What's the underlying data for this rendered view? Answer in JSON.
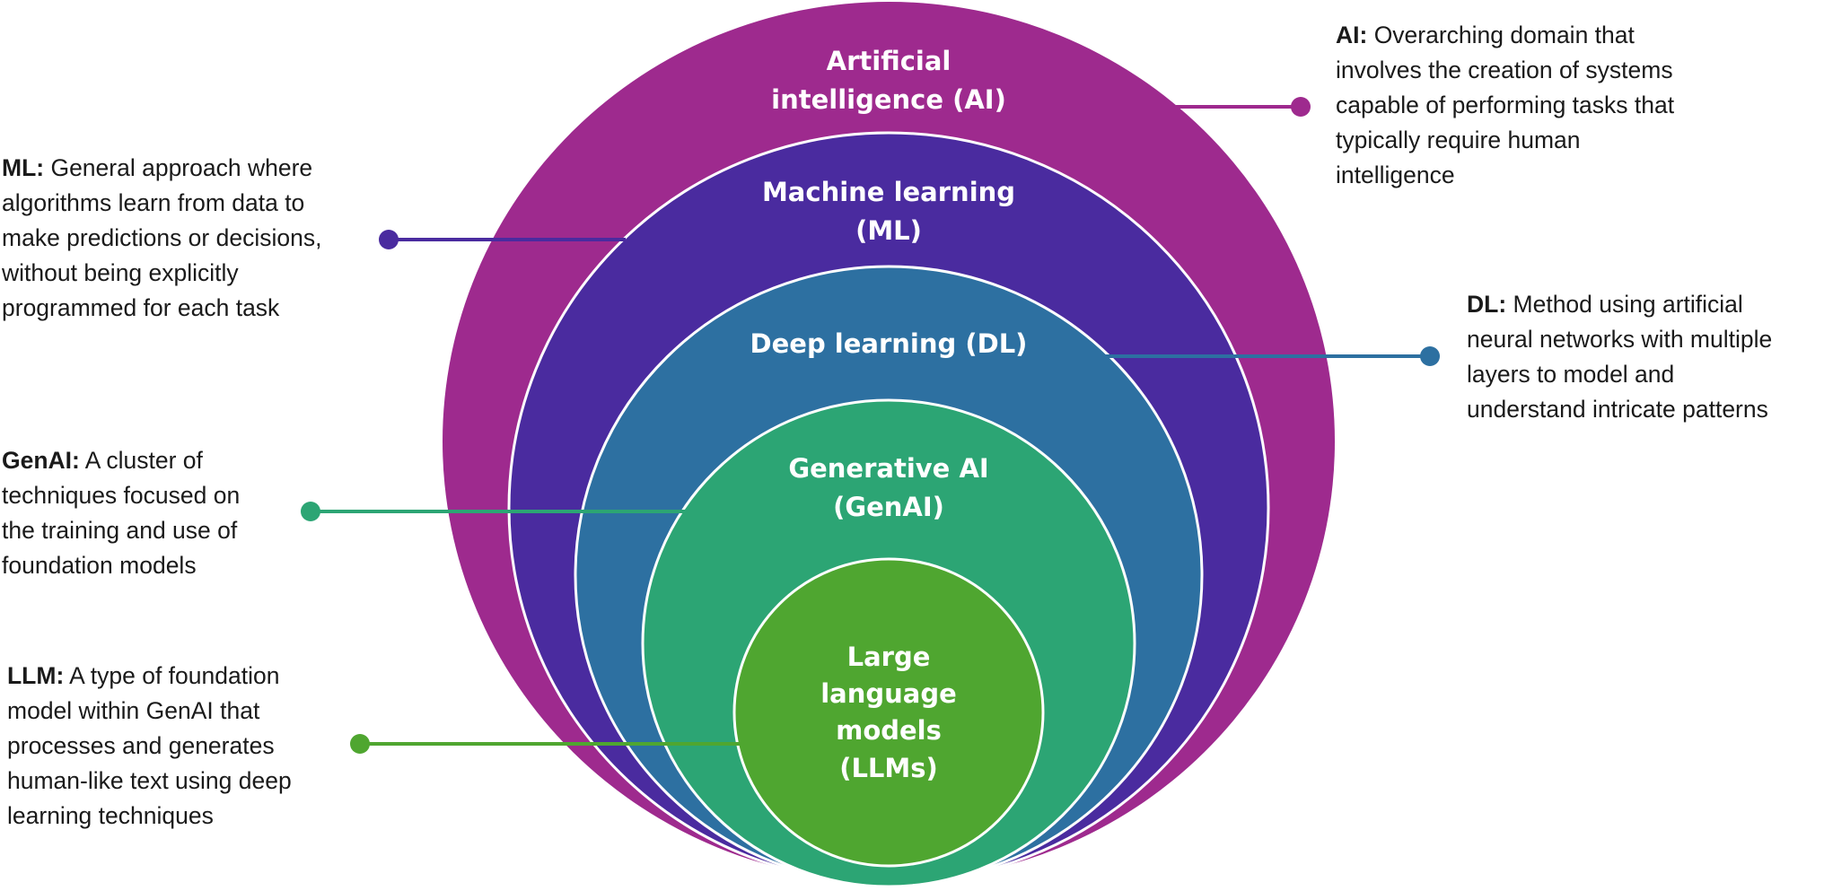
{
  "title": "Hierarchy of AI concepts",
  "layers": [
    {
      "id": "ai",
      "color": "#9E2A8E",
      "label_lines": [
        "Artificial",
        "intelligence (AI)"
      ],
      "term": "AI:",
      "description_lines": [
        " Overarching domain that",
        "involves the creation of systems",
        "capable of performing tasks that",
        "typically require human",
        "intelligence"
      ],
      "side": "right"
    },
    {
      "id": "ml",
      "color": "#4A2B9F",
      "label_lines": [
        "Machine learning",
        "(ML)"
      ],
      "term": "ML:",
      "description_lines": [
        " General approach where",
        "algorithms learn from data to",
        "make predictions or decisions,",
        "without being explicitly",
        "programmed for each task"
      ],
      "side": "left"
    },
    {
      "id": "dl",
      "color": "#2D70A1",
      "label_lines": [
        "Deep learning (DL)"
      ],
      "term": "DL:",
      "description_lines": [
        " Method using artificial",
        "neural networks with multiple",
        "layers to model and",
        "understand intricate patterns"
      ],
      "side": "right"
    },
    {
      "id": "genai",
      "color": "#2CA574",
      "label_lines": [
        "Generative AI",
        "(GenAI)"
      ],
      "term": "GenAI:",
      "description_lines": [
        " A cluster of",
        "techniques focused on",
        "the training and use of",
        "foundation models"
      ],
      "side": "left"
    },
    {
      "id": "llm",
      "color": "#4FA630",
      "label_lines": [
        "Large",
        "language",
        "models",
        "(LLMs)"
      ],
      "term": "LLM:",
      "description_lines": [
        " A type of foundation",
        "model within GenAI that",
        "processes and generates",
        "human-like text using deep",
        "learning techniques"
      ],
      "side": "left"
    }
  ]
}
